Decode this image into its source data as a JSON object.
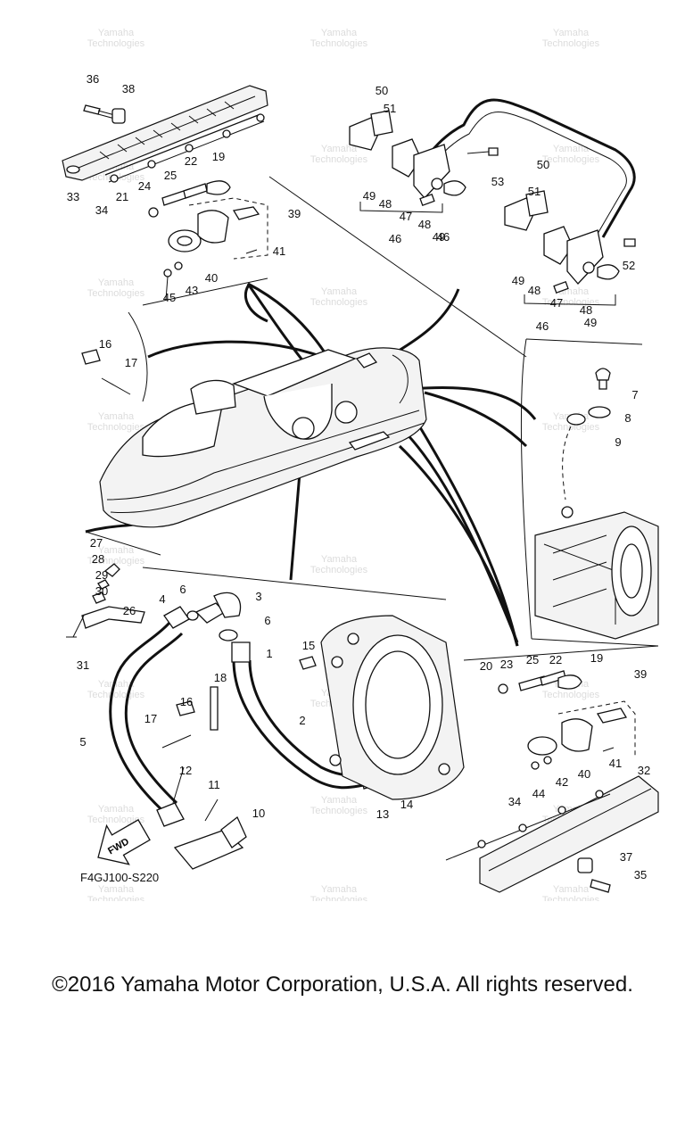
{
  "diagram": {
    "code": "F4GJ100-S220",
    "fwd_label": "FWD",
    "watermark": [
      "Yamaha",
      "Technologies"
    ],
    "callouts": [
      {
        "n": "36"
      },
      {
        "n": "38"
      },
      {
        "n": "33"
      },
      {
        "n": "34"
      },
      {
        "n": "21"
      },
      {
        "n": "24"
      },
      {
        "n": "25"
      },
      {
        "n": "22"
      },
      {
        "n": "19"
      },
      {
        "n": "39"
      },
      {
        "n": "41"
      },
      {
        "n": "40"
      },
      {
        "n": "43"
      },
      {
        "n": "45"
      },
      {
        "n": "50"
      },
      {
        "n": "51"
      },
      {
        "n": "49"
      },
      {
        "n": "48"
      },
      {
        "n": "47"
      },
      {
        "n": "46"
      },
      {
        "n": "48"
      },
      {
        "n": "49"
      },
      {
        "n": "53"
      },
      {
        "n": "46"
      },
      {
        "n": "50"
      },
      {
        "n": "51"
      },
      {
        "n": "52"
      },
      {
        "n": "49"
      },
      {
        "n": "48"
      },
      {
        "n": "47"
      },
      {
        "n": "48"
      },
      {
        "n": "46"
      },
      {
        "n": "49"
      },
      {
        "n": "16"
      },
      {
        "n": "17"
      },
      {
        "n": "7"
      },
      {
        "n": "8"
      },
      {
        "n": "9"
      },
      {
        "n": "27"
      },
      {
        "n": "28"
      },
      {
        "n": "29"
      },
      {
        "n": "30"
      },
      {
        "n": "26"
      },
      {
        "n": "31"
      },
      {
        "n": "4"
      },
      {
        "n": "6"
      },
      {
        "n": "3"
      },
      {
        "n": "6"
      },
      {
        "n": "1"
      },
      {
        "n": "15"
      },
      {
        "n": "18"
      },
      {
        "n": "16"
      },
      {
        "n": "17"
      },
      {
        "n": "5"
      },
      {
        "n": "2"
      },
      {
        "n": "12"
      },
      {
        "n": "11"
      },
      {
        "n": "10"
      },
      {
        "n": "13"
      },
      {
        "n": "14"
      },
      {
        "n": "20"
      },
      {
        "n": "23"
      },
      {
        "n": "25"
      },
      {
        "n": "22"
      },
      {
        "n": "19"
      },
      {
        "n": "39"
      },
      {
        "n": "41"
      },
      {
        "n": "40"
      },
      {
        "n": "42"
      },
      {
        "n": "44"
      },
      {
        "n": "32"
      },
      {
        "n": "34"
      },
      {
        "n": "37"
      },
      {
        "n": "35"
      }
    ]
  },
  "footer": {
    "copyright": "©2016 Yamaha Motor Corporation, U.S.A. All rights reserved."
  }
}
